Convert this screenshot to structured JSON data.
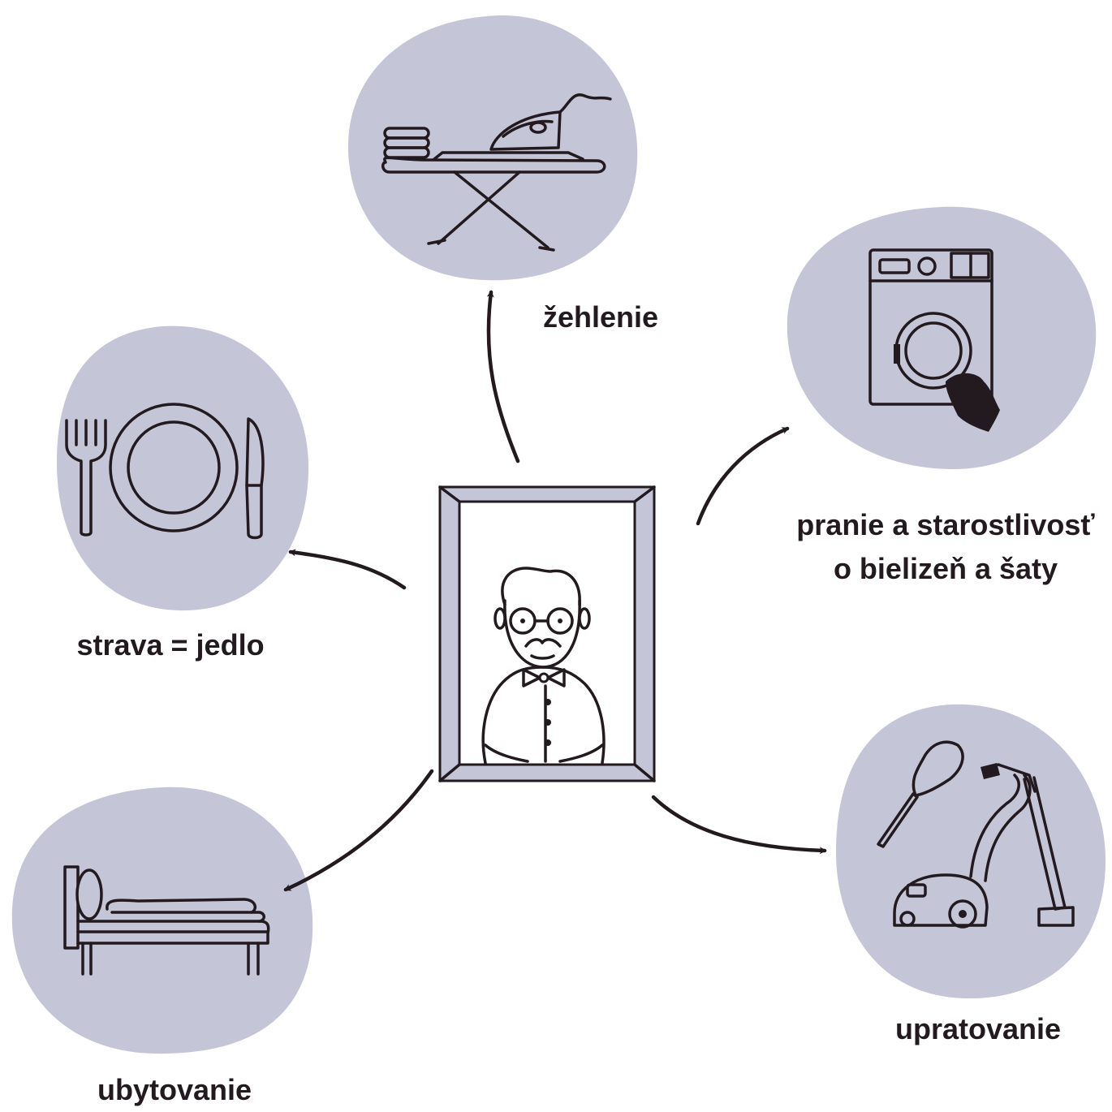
{
  "colors": {
    "blob": "#c4c5d7",
    "ink": "#231a1f",
    "frame": "#c4c5d7",
    "background": "#ffffff"
  },
  "center": {
    "icon": "framed-portrait-of-elderly-man-icon"
  },
  "nodes": [
    {
      "id": "ironing",
      "label": "žehlenie",
      "icon": "ironing-board-icon"
    },
    {
      "id": "laundry",
      "label_line1": "pranie a starostlivosť",
      "label_line2": "o bielizeň a šaty",
      "icon": "washing-machine-icon"
    },
    {
      "id": "food",
      "label": "strava = jedlo",
      "icon": "plate-fork-knife-icon"
    },
    {
      "id": "lodging",
      "label": "ubytovanie",
      "icon": "bed-icon"
    },
    {
      "id": "cleaning",
      "label": "upratovanie",
      "icon": "vacuum-cleaner-icon"
    }
  ]
}
